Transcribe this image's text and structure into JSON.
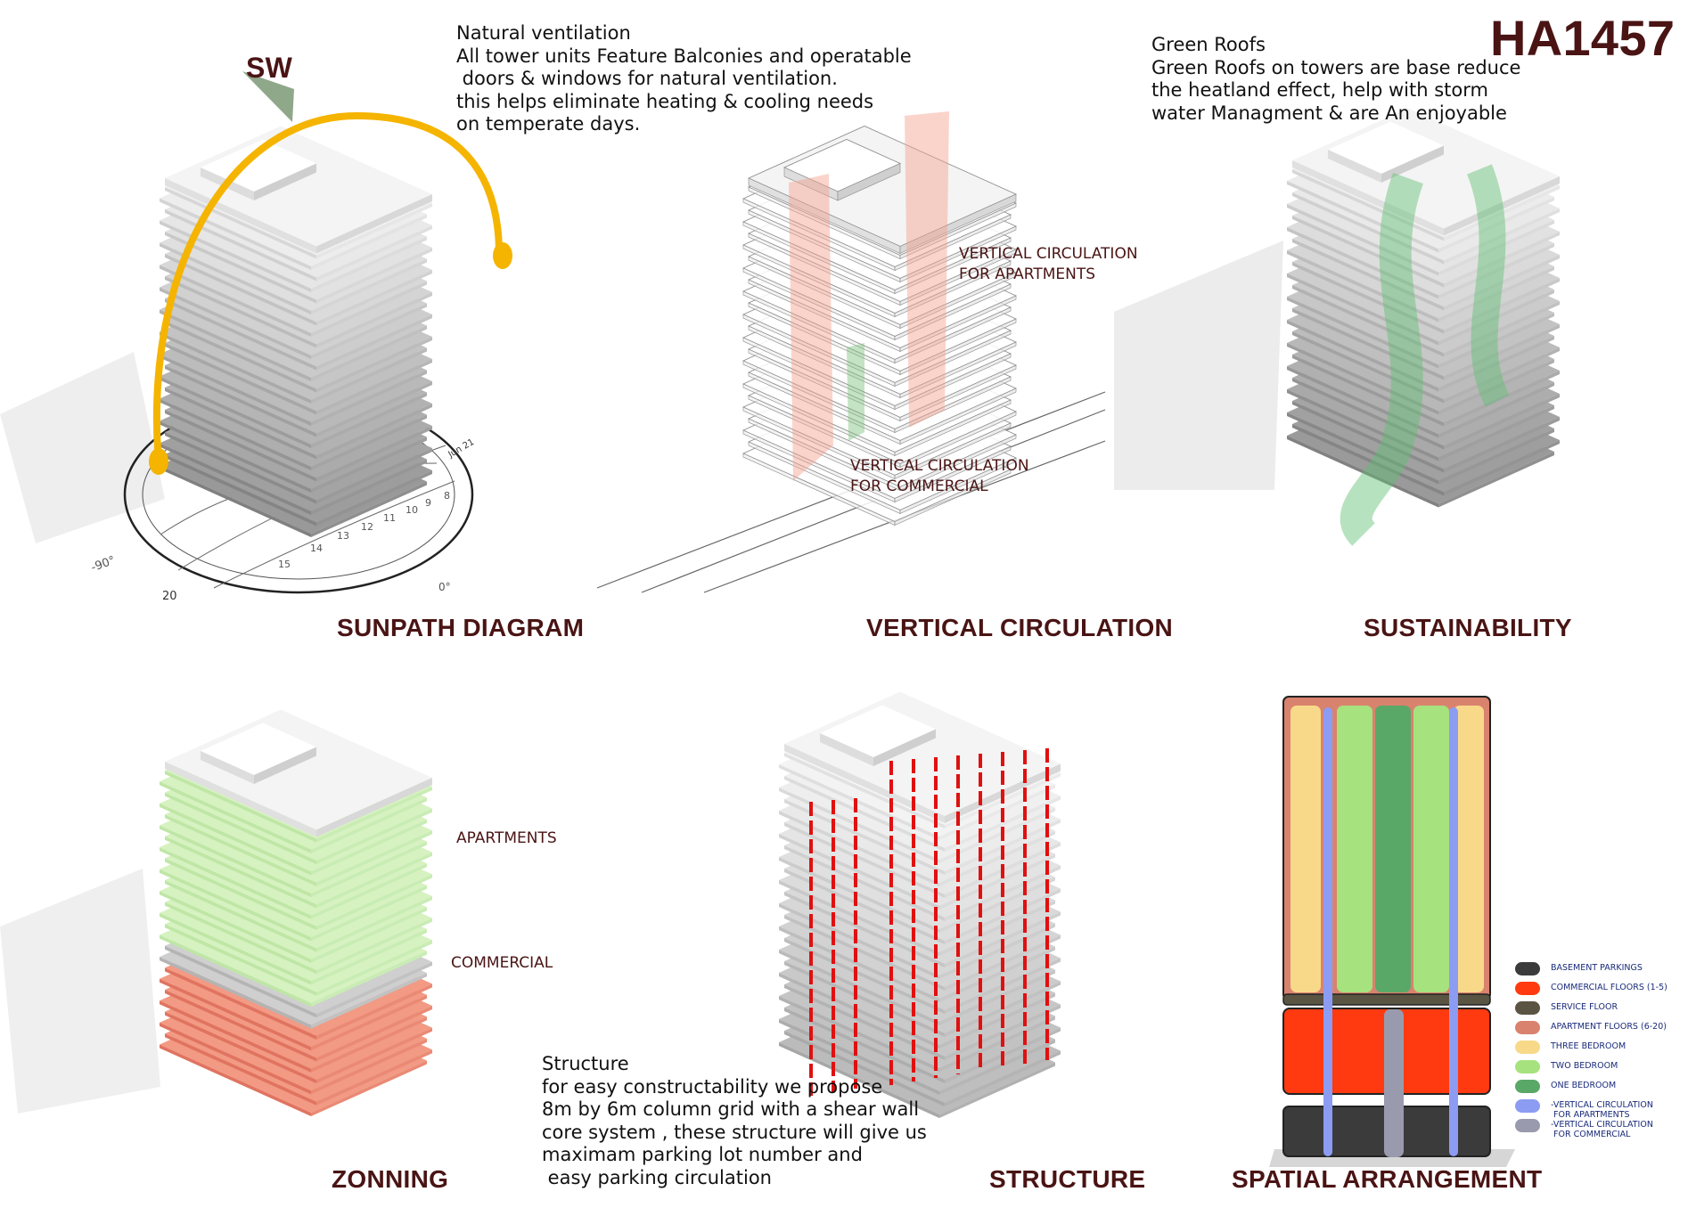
{
  "code": "HA1457",
  "panels": {
    "sunpath": {
      "title": "SUNPATH DIAGRAM",
      "direction": "SW",
      "note": "Natural ventilation\nAll tower units Feature Balconies and operatable\n doors & windows for natural ventilation.\nthis helps eliminate heating & cooling needs\non temperate days."
    },
    "vertical_circulation": {
      "title": "VERTICAL CIRCULATION",
      "label_apartments": "VERTICAL CIRCULATION\nFOR APARTMENTS",
      "label_commercial": "VERTICAL CIRCULATION\nFOR COMMERCIAL"
    },
    "sustainability": {
      "title": "SUSTAINABILITY",
      "note": "Green Roofs\nGreen Roofs on towers are base reduce\nthe heatland effect, help with storm\nwater Managment & are An enjoyable"
    },
    "zonning": {
      "title": "ZONNING",
      "label_apartments": "APARTMENTS",
      "label_commercial": "COMMERCIAL"
    },
    "structure": {
      "title": "STRUCTURE",
      "note": "Structure\nfor easy constructability we propose\n8m by 6m column grid with a shear wall\ncore system , these structure will give us\nmaximam parking lot number and\n easy parking circulation"
    },
    "spatial": {
      "title": "SPATIAL ARRANGEMENT",
      "legend": [
        {
          "label": "BASEMENT PARKINGS",
          "color": "#3b3b3b"
        },
        {
          "label": "COMMERCIAL FLOORS (1-5)",
          "color": "#ff3a10"
        },
        {
          "label": "SERVICE FLOOR",
          "color": "#5a5442"
        },
        {
          "label": "APARTMENT FLOORS (6-20)",
          "color": "#d9826e"
        },
        {
          "label": "THREE BEDROOM",
          "color": "#f8d98a"
        },
        {
          "label": "TWO BEDROOM",
          "color": "#a6e27e"
        },
        {
          "label": "ONE BEDROOM",
          "color": "#5aa868"
        },
        {
          "label": "-VERTICAL CIRCULATION\n FOR APARTMENTS",
          "color": "#8c9cf2"
        },
        {
          "label": "-VERTICAL CIRCULATION\n FOR COMMERCIAL",
          "color": "#9a9aae"
        }
      ]
    }
  },
  "sun_scale": [
    "-90°",
    "20",
    "15",
    "14",
    "13",
    "12",
    "11",
    "10",
    "9",
    "8",
    "0°",
    "Jun 21"
  ]
}
